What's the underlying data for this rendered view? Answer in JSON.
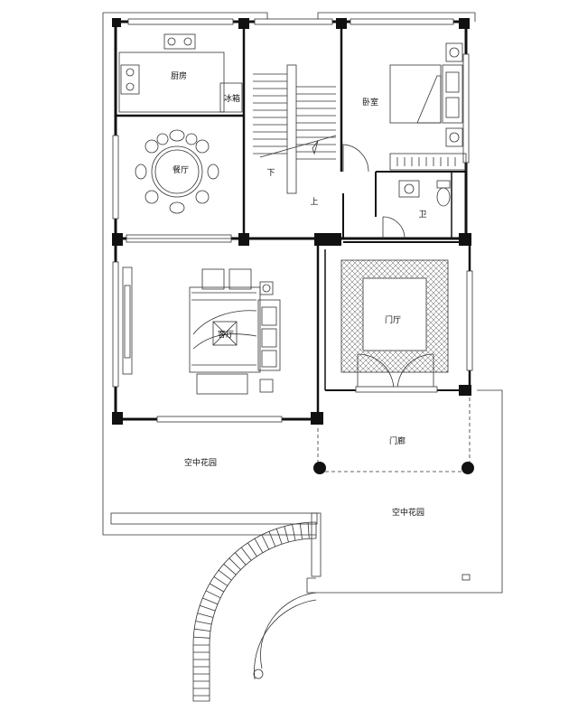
{
  "rooms": {
    "kitchen": "厨房",
    "fridge": "冰箱",
    "dining": "餐厅",
    "living": "客厅",
    "bedroom": "卧室",
    "bathroom": "卫",
    "foyer": "门厅",
    "porch": "门廊",
    "garden_left": "空中花园",
    "garden_right": "空中花园"
  },
  "stairs": {
    "down": "下",
    "up": "上"
  },
  "colors": {
    "wall": "#111111",
    "line": "#333333",
    "background": "#ffffff"
  }
}
